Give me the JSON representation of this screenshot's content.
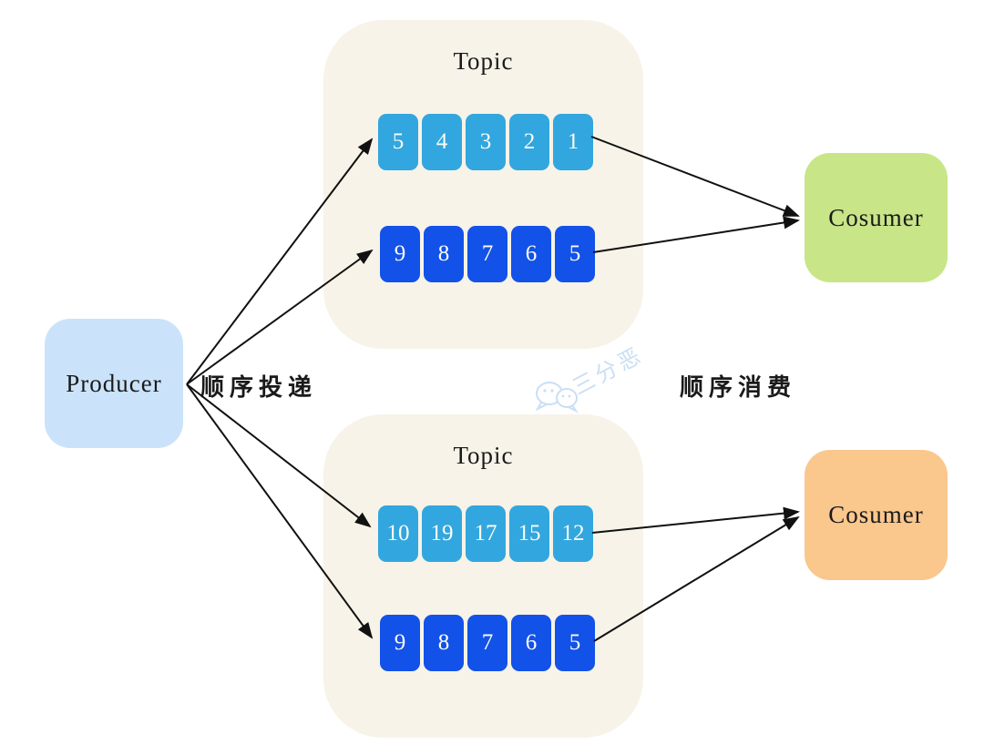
{
  "diagram": {
    "producer": {
      "label": "Producer"
    },
    "delivery_label": "顺序投递",
    "consume_label": "顺序消费",
    "topics": [
      {
        "title": "Topic",
        "queues": [
          {
            "values": [
              "5",
              "4",
              "3",
              "2",
              "1"
            ]
          },
          {
            "values": [
              "9",
              "8",
              "7",
              "6",
              "5"
            ]
          }
        ]
      },
      {
        "title": "Topic",
        "queues": [
          {
            "values": [
              "10",
              "19",
              "17",
              "15",
              "12"
            ]
          },
          {
            "values": [
              "9",
              "8",
              "7",
              "6",
              "5"
            ]
          }
        ]
      }
    ],
    "consumers": [
      {
        "label": "Cosumer"
      },
      {
        "label": "Cosumer"
      }
    ],
    "watermark": {
      "text": "三分恶"
    },
    "colors": {
      "producer_bg": "#cbe3fa",
      "topic_bg": "#f7f3e8",
      "queue_light": "#32a6df",
      "queue_dark": "#1352e8",
      "consumer_green": "#c8e588",
      "consumer_orange": "#fac78d",
      "watermark": "#c9dff5",
      "arrow": "#111111"
    }
  }
}
